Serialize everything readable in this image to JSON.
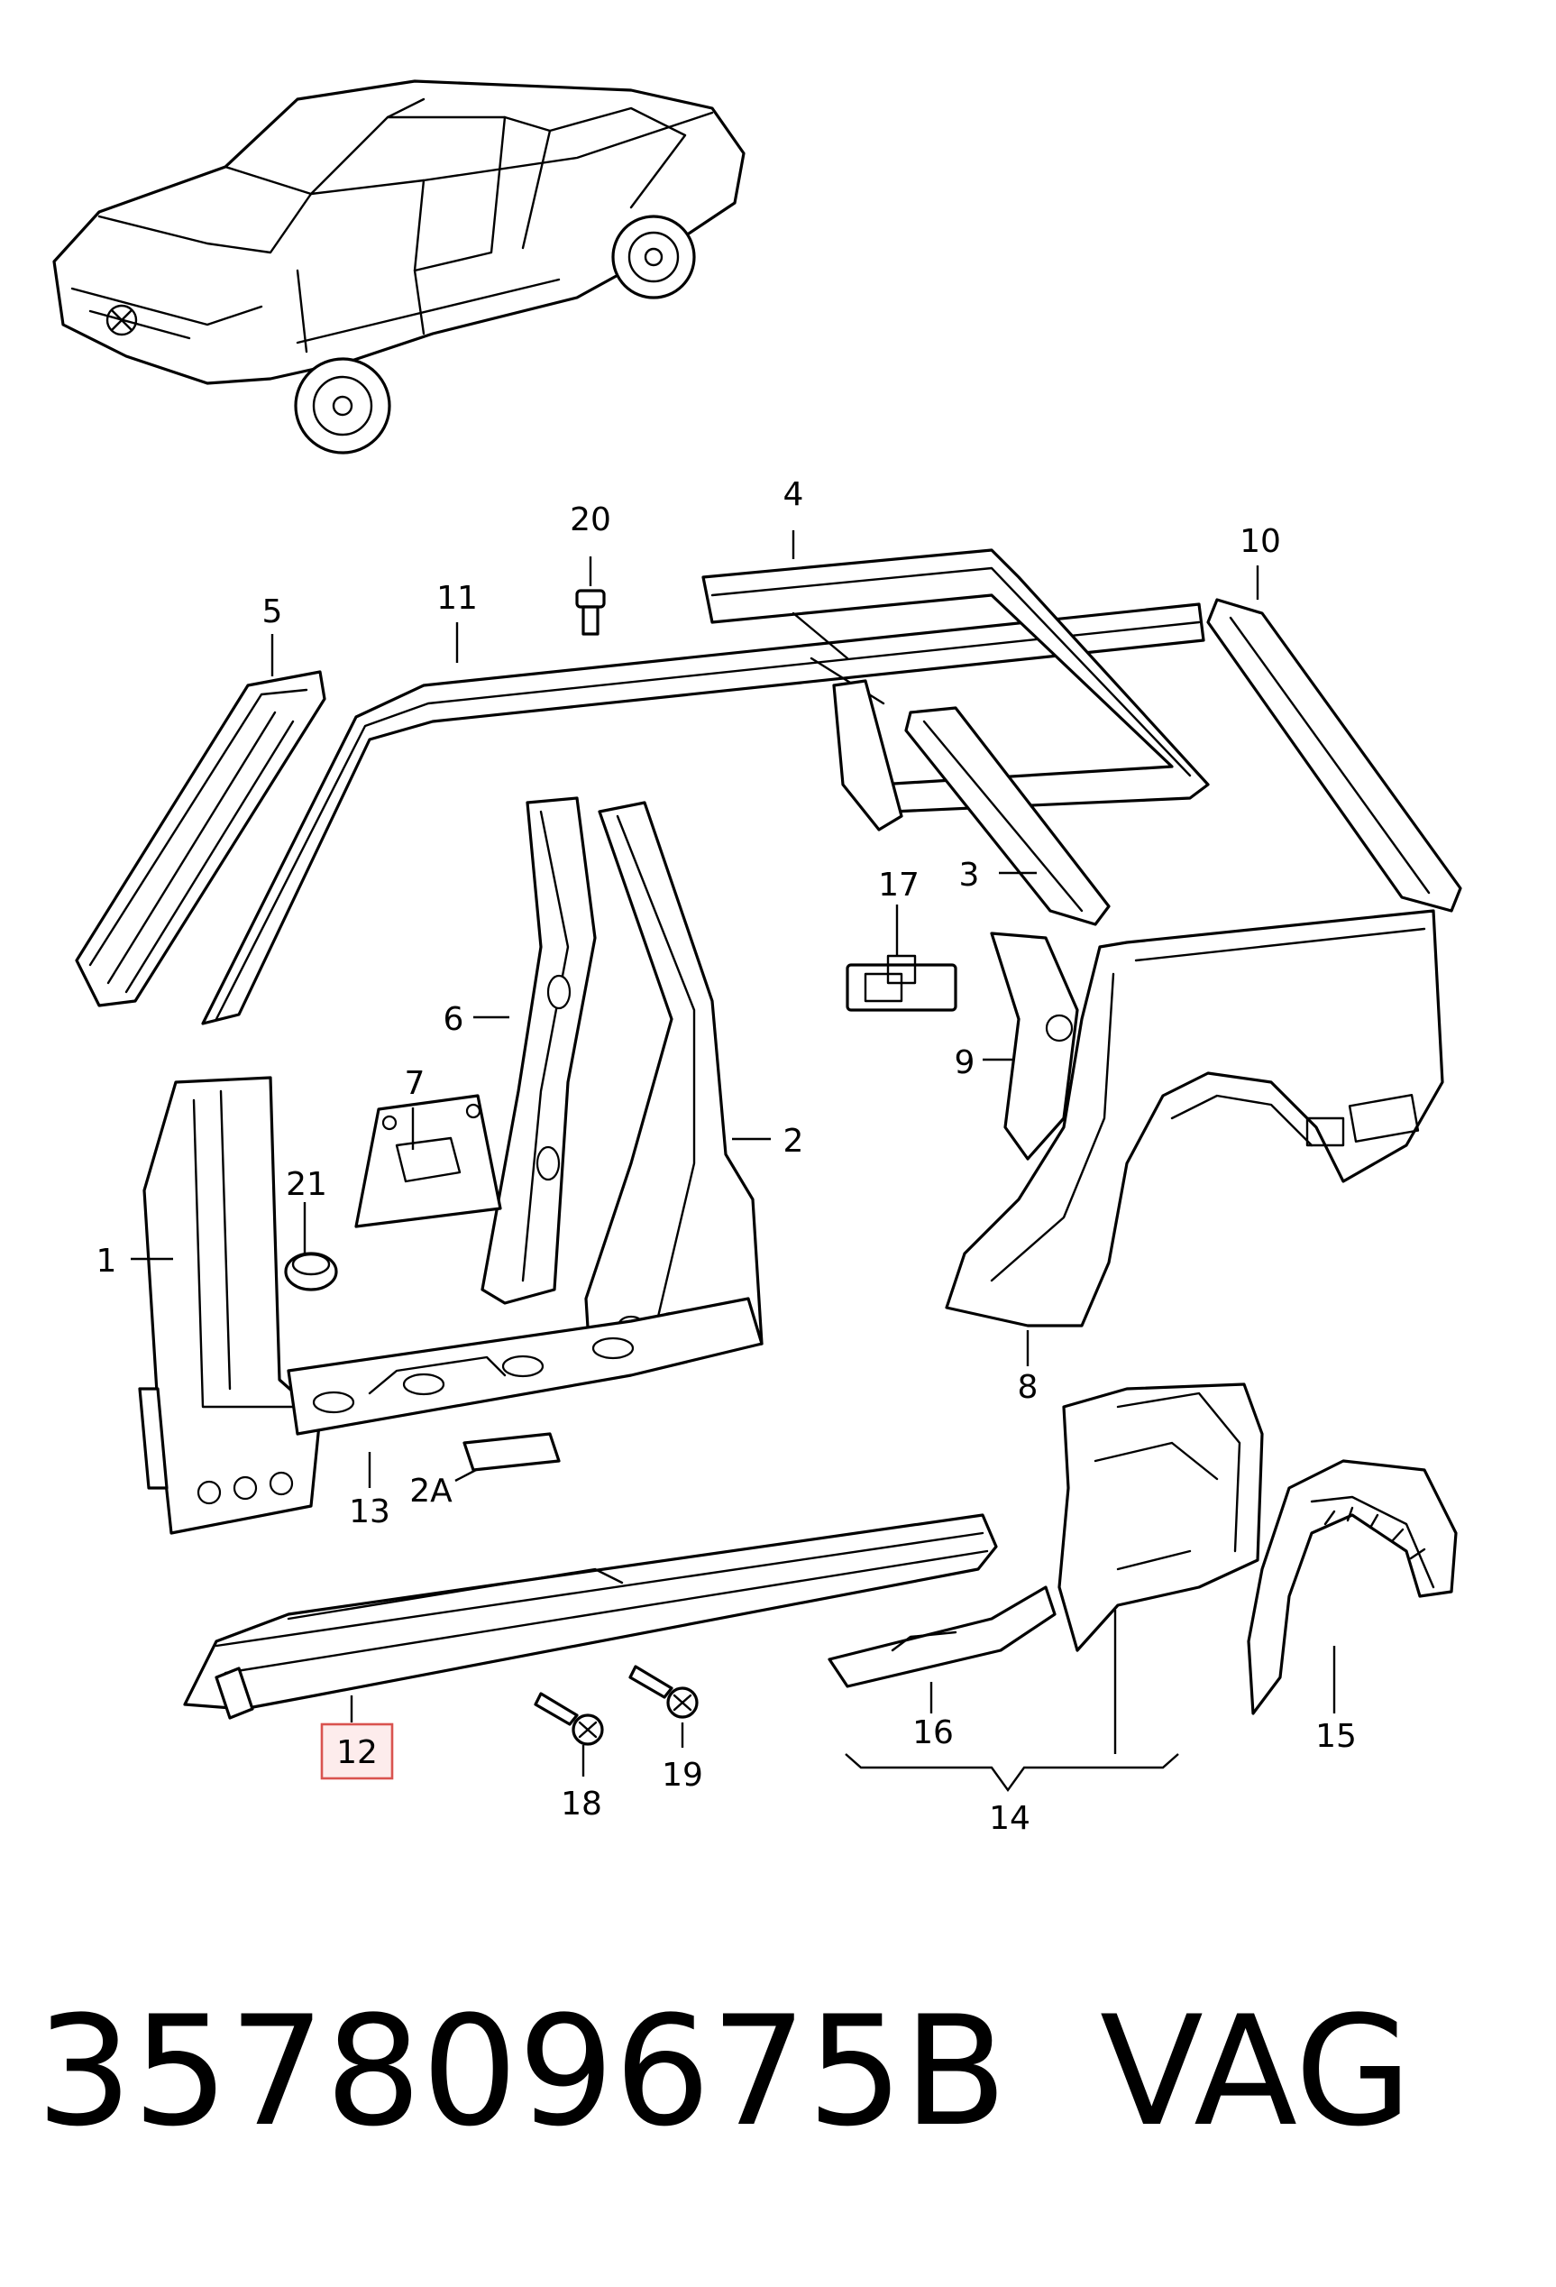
{
  "diagram": {
    "callouts": [
      {
        "id": "20",
        "label": "20"
      },
      {
        "id": "4",
        "label": "4"
      },
      {
        "id": "11",
        "label": "11"
      },
      {
        "id": "5",
        "label": "5"
      },
      {
        "id": "10",
        "label": "10"
      },
      {
        "id": "17",
        "label": "17"
      },
      {
        "id": "3",
        "label": "3"
      },
      {
        "id": "6",
        "label": "6"
      },
      {
        "id": "7",
        "label": "7"
      },
      {
        "id": "2",
        "label": "2"
      },
      {
        "id": "9",
        "label": "9"
      },
      {
        "id": "21",
        "label": "21"
      },
      {
        "id": "1",
        "label": "1"
      },
      {
        "id": "8",
        "label": "8"
      },
      {
        "id": "13",
        "label": "13"
      },
      {
        "id": "2A",
        "label": "2A"
      },
      {
        "id": "12",
        "label": "12",
        "highlighted": true
      },
      {
        "id": "16",
        "label": "16"
      },
      {
        "id": "15",
        "label": "15"
      },
      {
        "id": "19",
        "label": "19"
      },
      {
        "id": "18",
        "label": "18"
      },
      {
        "id": "14",
        "label": "14"
      }
    ],
    "highlight_color": "#d9534f"
  },
  "caption": {
    "part_number": "357809675B",
    "brand": "VAG"
  }
}
